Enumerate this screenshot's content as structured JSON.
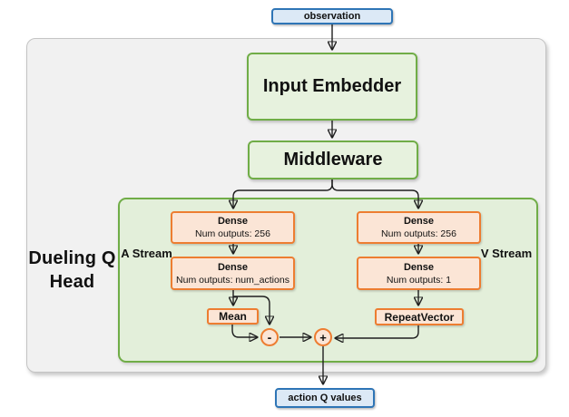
{
  "diagram": {
    "io": {
      "observation": "observation",
      "action_q_values": "action Q values"
    },
    "nodes": {
      "input_embedder": "Input Embedder",
      "middleware": "Middleware",
      "dense_a1": {
        "title": "Dense",
        "subtitle": "Num outputs: 256"
      },
      "dense_a2": {
        "title": "Dense",
        "subtitle": "Num outputs: num_actions"
      },
      "dense_v1": {
        "title": "Dense",
        "subtitle": "Num outputs: 256"
      },
      "dense_v2": {
        "title": "Dense",
        "subtitle": "Num outputs: 1"
      },
      "mean": "Mean",
      "repeat_vector": "RepeatVector",
      "minus_op": "-",
      "plus_op": "+"
    },
    "labels": {
      "head": "Dueling Q Head",
      "a_stream": "A Stream",
      "v_stream": "V Stream"
    },
    "colors": {
      "blue_border": "#2E75B6",
      "blue_fill": "#DCE9F6",
      "green_border": "#70AD47",
      "green_fill_box": "#E7F2DE",
      "green_fill_container": "#E3EFDA",
      "orange_border": "#ED7D31",
      "orange_fill": "#FBE5D6",
      "gray_border": "#C4C4C4",
      "gray_fill": "#F1F1F1",
      "line": "#1F1F1F"
    }
  }
}
